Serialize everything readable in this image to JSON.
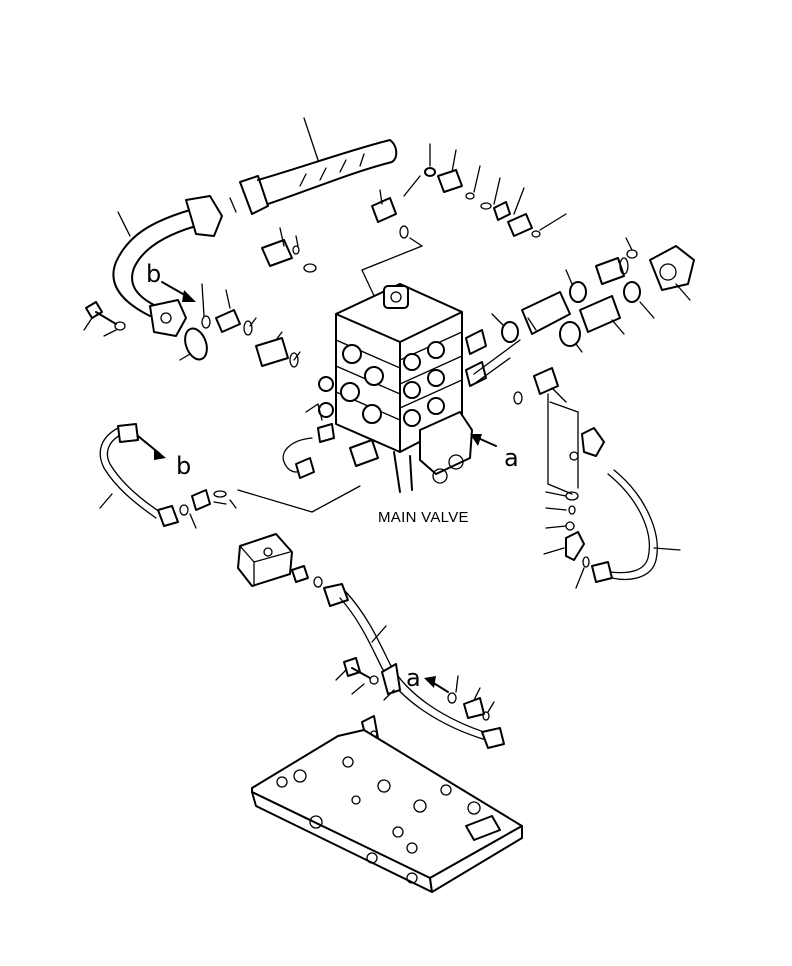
{
  "diagram": {
    "main_label": "MAIN VALVE",
    "ref_markers": [
      "a",
      "b",
      "b",
      "a"
    ]
  }
}
